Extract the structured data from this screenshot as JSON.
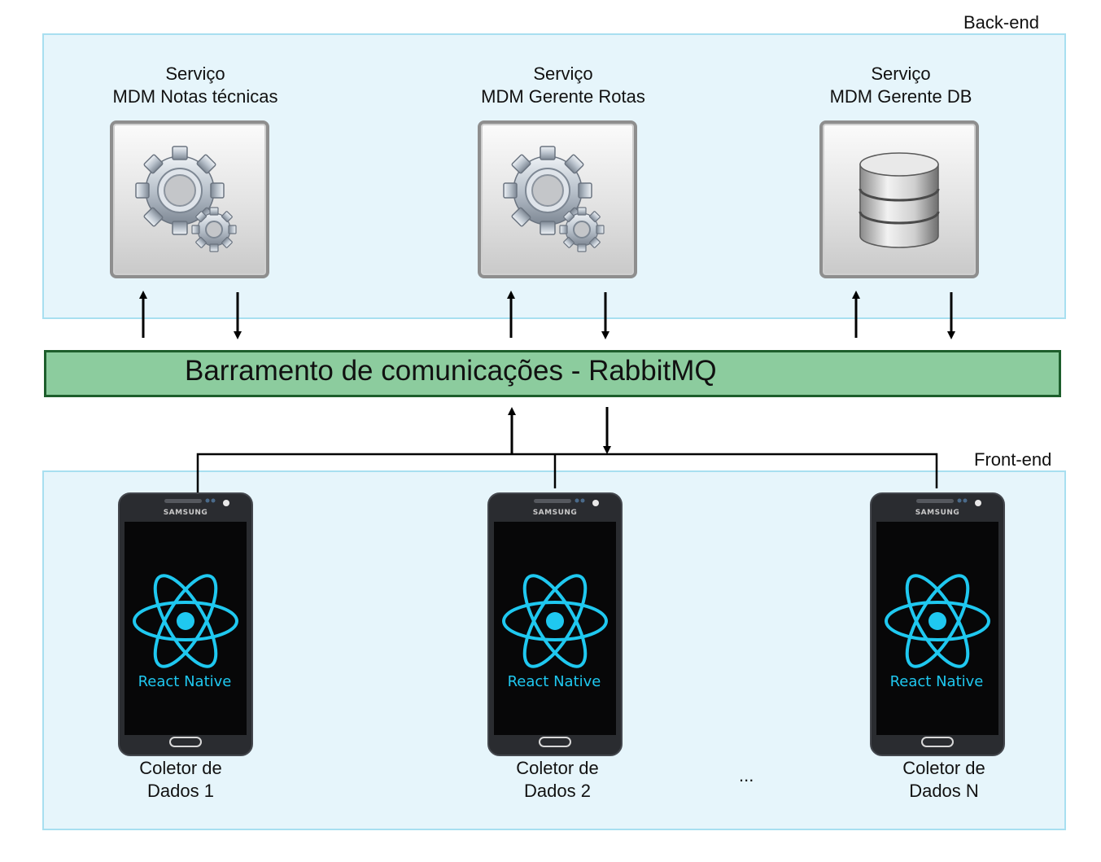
{
  "backend": {
    "label": "Back-end"
  },
  "frontend": {
    "label": "Front-end"
  },
  "services": [
    {
      "line1": "Serviço",
      "line2": "MDM Notas técnicas",
      "icon": "gears-icon"
    },
    {
      "line1": "Serviço",
      "line2": "MDM Gerente Rotas",
      "icon": "gears-icon"
    },
    {
      "line1": "Serviço",
      "line2": "MDM Gerente DB",
      "icon": "database-icon"
    }
  ],
  "bus": {
    "label": "Barramento de comunicações - RabbitMQ"
  },
  "devices": [
    {
      "brand": "SAMSUNG",
      "app_label": "React Native",
      "line1": "Coletor de",
      "line2": "Dados 1"
    },
    {
      "brand": "SAMSUNG",
      "app_label": "React Native",
      "line1": "Coletor de",
      "line2": "Dados 2"
    },
    {
      "brand": "SAMSUNG",
      "app_label": "React Native",
      "line1": "Coletor de",
      "line2": "Dados N"
    }
  ],
  "ellipsis": "...",
  "colors": {
    "zone_fill": "#e6f5fb",
    "zone_border": "#a8dff0",
    "bus_fill": "#8ccc9e",
    "bus_border": "#1d5e2c",
    "react": "#1fc8f0"
  }
}
